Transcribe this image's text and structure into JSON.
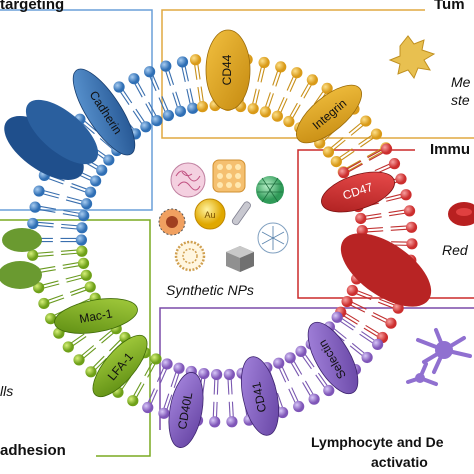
{
  "labels": {
    "corner_top_left": "targeting",
    "corner_top_right": "Tum",
    "right_upper": "Me",
    "right_upper_2": "ste",
    "right_middle": "Immu",
    "right_red": "Red",
    "left_cells": "lls",
    "bottom_left": "adhesion",
    "bottom_right_1": "Lymphocyte and De",
    "bottom_right_2": "activatio",
    "center": "Synthetic NPs"
  },
  "proteins": {
    "cd44": "CD44",
    "integrin": "Integrin",
    "cadherin": "Cadherin",
    "cd47": "CD47",
    "mac1": "Mac-1",
    "lfa1": "LFA-1",
    "cd40l": "CD40L",
    "cd41": "CD41",
    "selectin": "Selectin"
  },
  "nanoparticles": {
    "gold": "Au"
  },
  "colors": {
    "blue": "#3a78b8",
    "orange": "#e0a020",
    "red": "#d83838",
    "green": "#78b020",
    "purple": "#8860c0"
  }
}
